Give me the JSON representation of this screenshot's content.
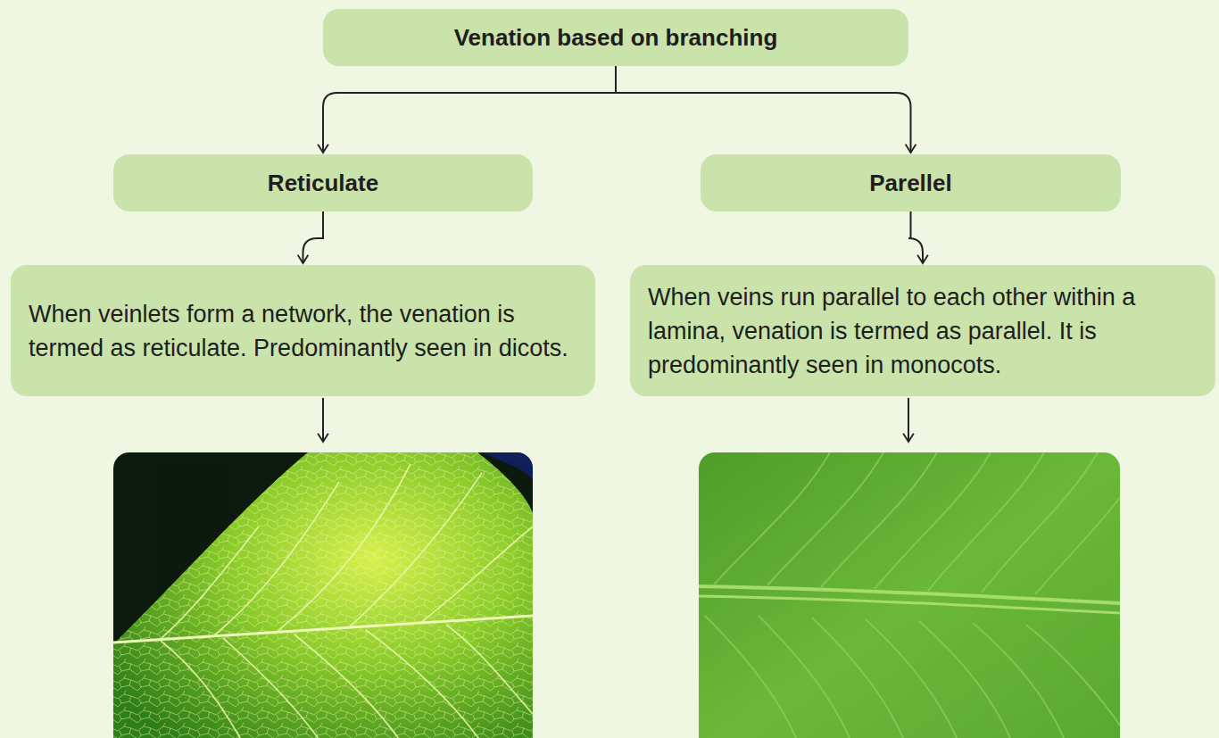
{
  "diagram": {
    "nodes": [
      {
        "text": [
          "Venation based on branching"
        ]
      },
      {
        "text": [
          "Reticulate"
        ]
      },
      {
        "text": [
          "Parellel"
        ]
      },
      {
        "text": [
          "When veinlets form a network, the venation is termed as reticulate. Predominantly seen in dicots."
        ]
      },
      {
        "text": [
          "When veins run parallel to each other within a lamina, venation is termed as parallel. It is predominantly seen in monocots."
        ]
      }
    ],
    "edges": [
      {
        "from": 0,
        "to": 1,
        "arrow": "to"
      },
      {
        "from": 0,
        "to": 2,
        "arrow": "to"
      },
      {
        "from": 1,
        "to": 3,
        "arrow": "to"
      },
      {
        "from": 2,
        "to": 4,
        "arrow": "to"
      }
    ]
  }
}
